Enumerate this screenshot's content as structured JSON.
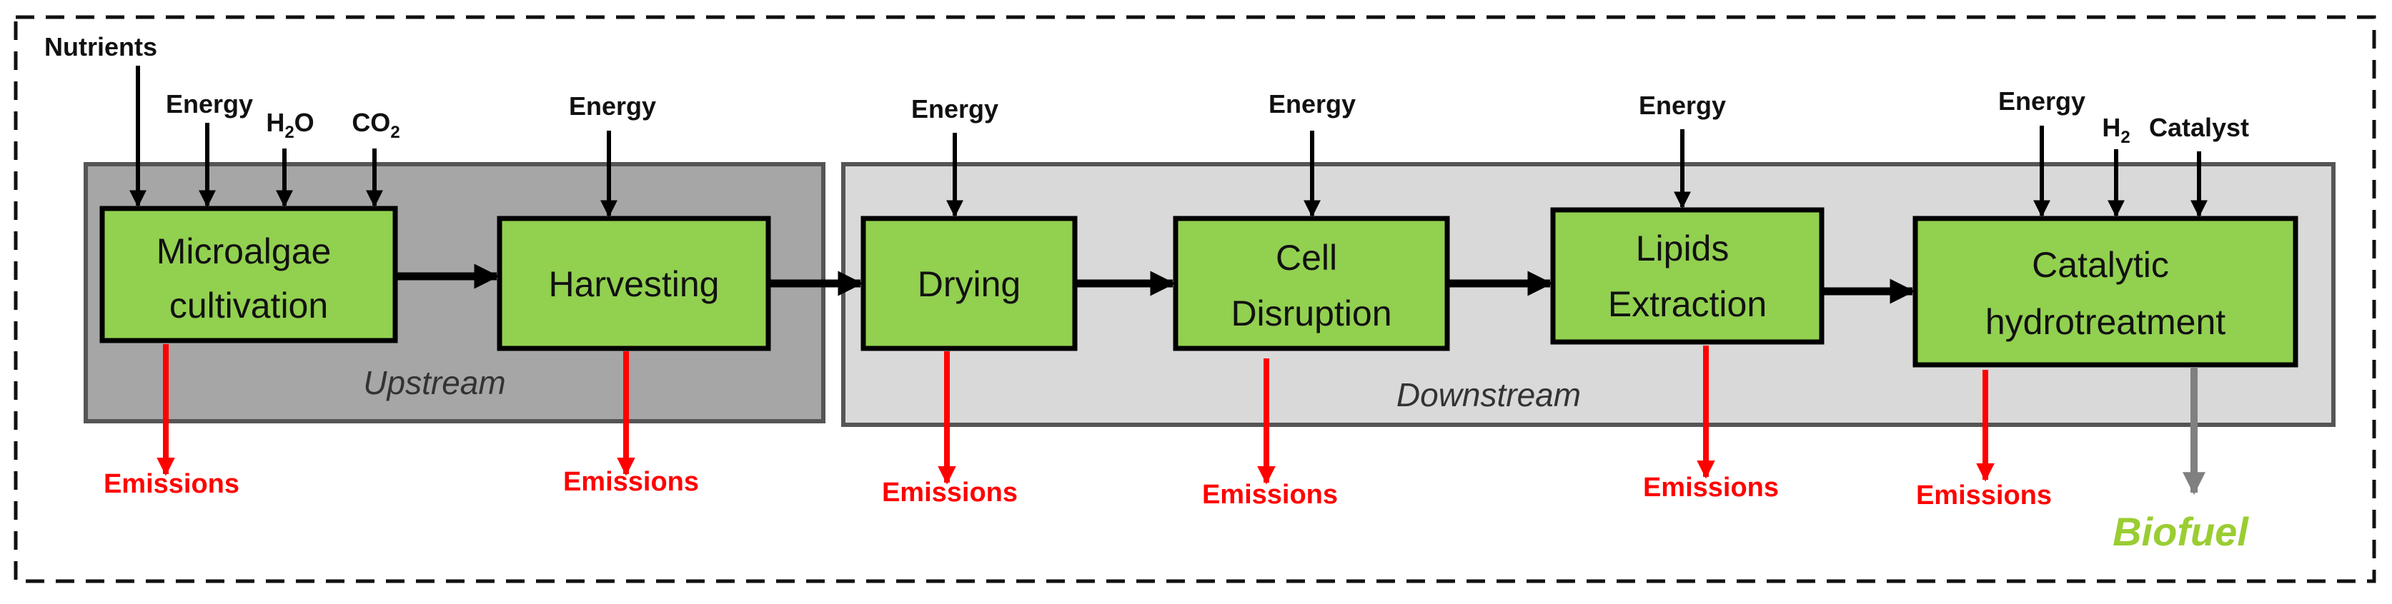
{
  "inputs": {
    "nutrients": "Nutrients",
    "energy": "Energy",
    "h2o": {
      "base": "H",
      "sub": "2",
      "tail": "O"
    },
    "co2": {
      "base": "CO",
      "sub": "2"
    },
    "h2": {
      "base": "H",
      "sub": "2"
    },
    "catalyst": "Catalyst"
  },
  "stages": {
    "upstream": "Upstream",
    "downstream": "Downstream"
  },
  "processes": {
    "cultivation": [
      "Microalgae",
      "cultivation"
    ],
    "harvesting": "Harvesting",
    "drying": "Drying",
    "cell_disruption": [
      "Cell",
      "Disruption"
    ],
    "lipids_extraction": [
      "Lipids",
      "Extraction"
    ],
    "hydrotreatment": [
      "Catalytic",
      "hydrotreatment"
    ]
  },
  "outputs": {
    "emissions": "Emissions",
    "biofuel": "Biofuel"
  },
  "colors": {
    "process_fill": "#92d050",
    "upstream_fill": "#a6a6a6",
    "downstream_fill": "#d9d9d9",
    "emission_arrow": "#ff0000",
    "biofuel_arrow": "#808080",
    "biofuel_text": "#9acd32"
  }
}
